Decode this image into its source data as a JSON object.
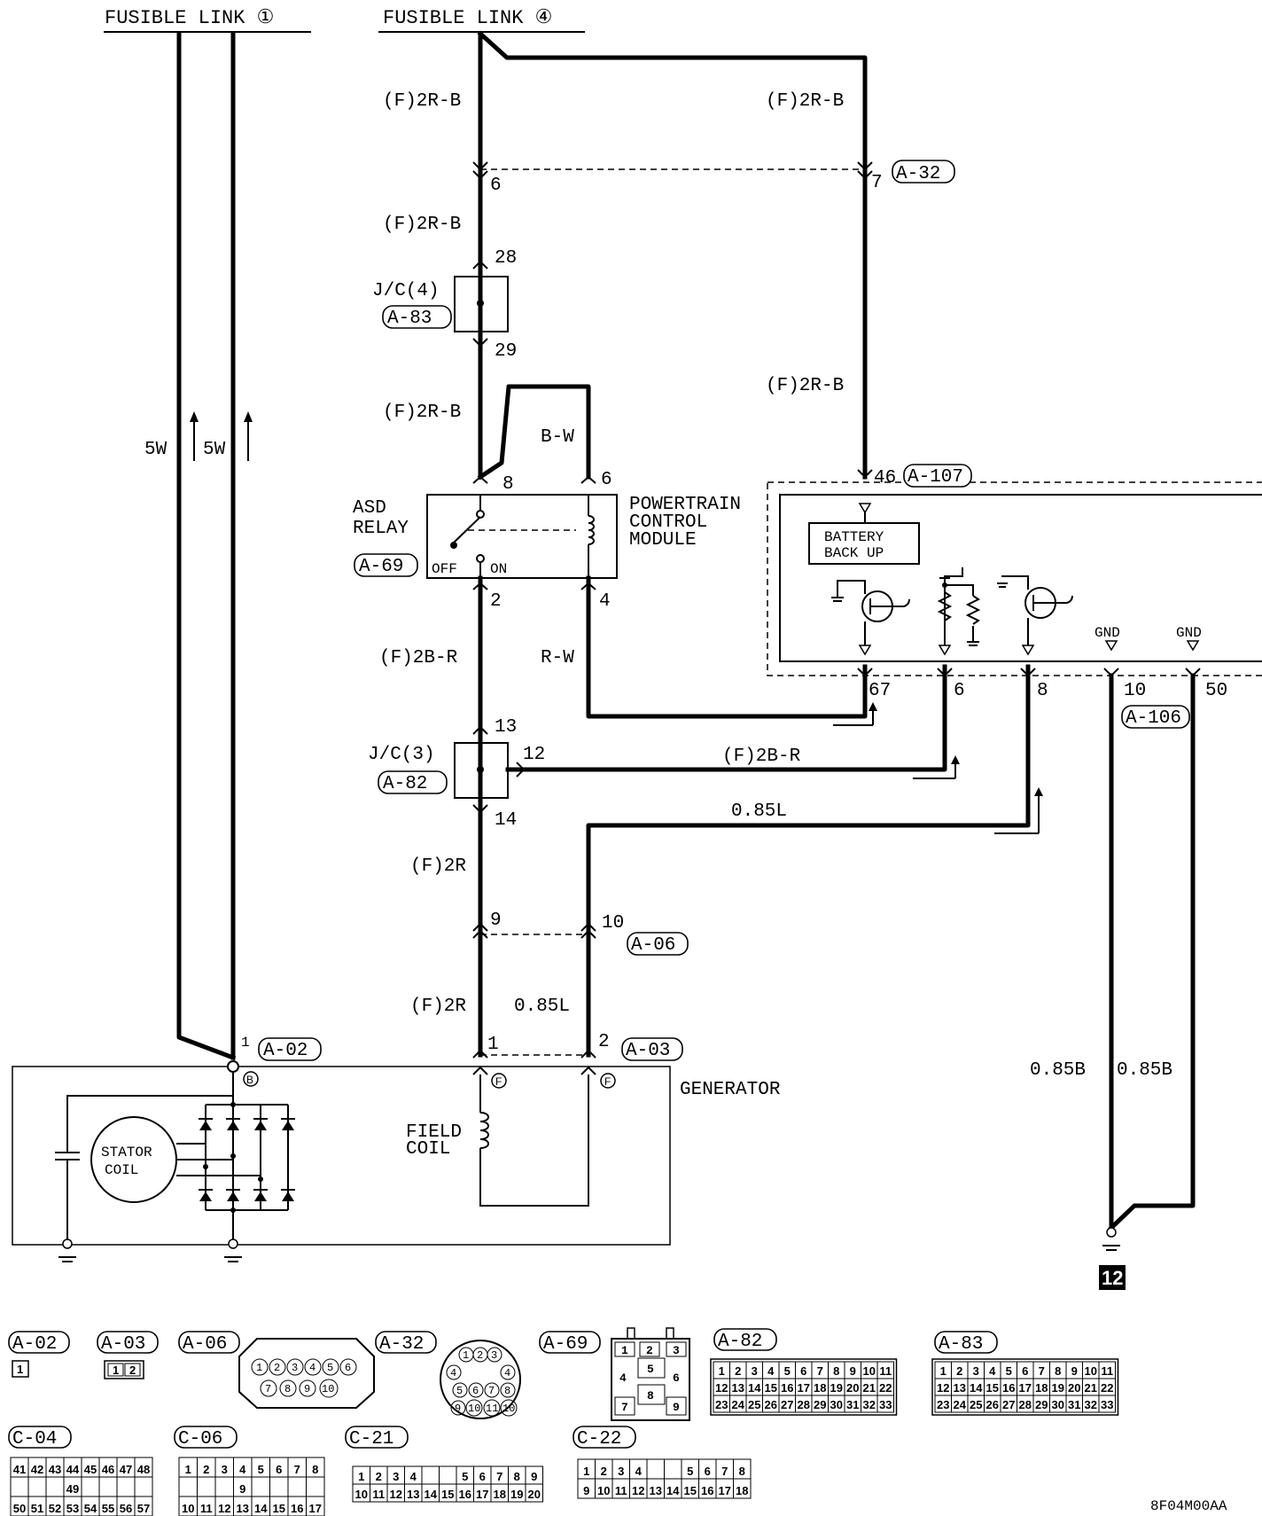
{
  "header": {
    "fusible_link_1": "FUSIBLE LINK ①",
    "fusible_link_4": "FUSIBLE LINK ④"
  },
  "wires": {
    "f_2r_b": "(F)2R-B",
    "f_2b_r": "(F)2B-R",
    "f_2r": "(F)2R",
    "b_w": "B-W",
    "r_w": "R-W",
    "l_085": "0.85L",
    "b_085": "0.85B",
    "w5": "5W"
  },
  "connectors": {
    "a02": "A-02",
    "a03": "A-03",
    "a06": "A-06",
    "a32": "A-32",
    "a69": "A-69",
    "a82": "A-82",
    "a83": "A-83",
    "a106": "A-106",
    "a107": "A-107",
    "c04": "C-04",
    "c06": "C-06",
    "c21": "C-21",
    "c22": "C-22"
  },
  "components": {
    "jc4": "J/C(4)",
    "jc3": "J/C(3)",
    "asd_relay_1": "ASD",
    "asd_relay_2": "RELAY",
    "off": "OFF",
    "on": "ON",
    "pcm_1": "POWERTRAIN",
    "pcm_2": "CONTROL",
    "pcm_3": "MODULE",
    "battery_1": "BATTERY",
    "battery_2": "BACK UP",
    "gnd": "GND",
    "generator": "GENERATOR",
    "field_coil_1": "FIELD",
    "field_coil_2": "COIL",
    "stator_1": "STATOR",
    "stator_2": "COIL",
    "terminal_b": "B",
    "terminal_f": "F",
    "ground_point": "12"
  },
  "pins": {
    "p6": "6",
    "p7": "7",
    "p28": "28",
    "p29": "29",
    "p8": "8",
    "p2": "2",
    "p4": "4",
    "p13": "13",
    "p12": "12",
    "p14": "14",
    "p9": "9",
    "p10": "10",
    "p1": "1",
    "p46": "46",
    "p67": "67",
    "p50": "50"
  },
  "footer": {
    "code": "8F04M00AA"
  },
  "colors": {
    "ink": "#000000",
    "paper": "#ffffff"
  }
}
